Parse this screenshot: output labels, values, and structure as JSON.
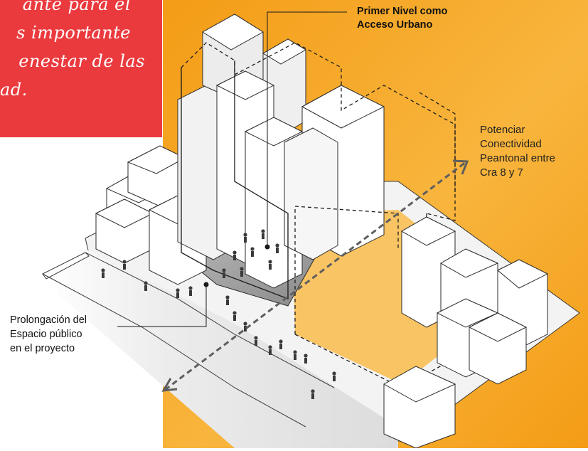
{
  "quote": {
    "lines": [
      "ante para el",
      "s importante",
      "enestar de las",
      "ad."
    ]
  },
  "labels": {
    "primer_nivel": [
      "Primer Nivel como",
      "Acceso Urbano"
    ],
    "potenciar": [
      "Potenciar",
      "Conectividad",
      "Peantonal entre",
      "Cra 8 y 7"
    ],
    "prolongacion": [
      "Prolongación del",
      "Espacio público",
      "en el proyecto"
    ]
  },
  "colors": {
    "accent_red": "#ea3a3e",
    "background_orange": "#f7a21b",
    "building_fill": "#ffffff",
    "building_stroke": "#2b2b2b",
    "plaza_gray": "#9c9c9c"
  }
}
